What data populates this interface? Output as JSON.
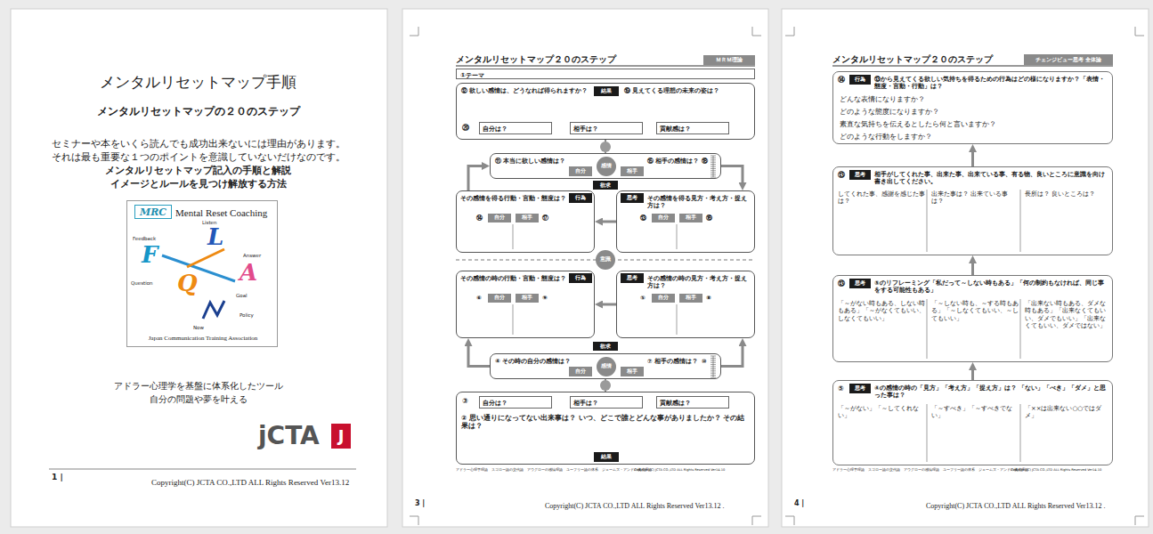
{
  "diagram": {
    "nodes": [
      {
        "text": [
          "メンタルリセットマップ手順",
          "メンタルリセットマップの２０のステップ",
          "セミナーや本をいくら読んでも成功出来ないには理由があります。",
          "それは最も重要な１つのポイントを意識していないだけなのです。",
          "メンタルリセットマップ記入の手順と解説",
          "イメージとルールを見つけ解放する方法",
          "アドラー心理学を基盤に体系化したツール",
          "自分の問題や夢を叶える",
          "jCTA",
          "1 |",
          "Copyright(C) JCTA CO.,LTD ALL Rights Reserved Ver13.12"
        ]
      },
      {
        "text": [
          "Mental Reset Coaching",
          "F",
          "L",
          "Q",
          "A",
          "Listen",
          "Feedback",
          "Answer",
          "Question",
          "Goal",
          "Policy",
          "Now",
          "Japan Communication Training Association"
        ],
        "in": 0
      },
      {
        "text": [
          "MRC"
        ],
        "in": 1
      },
      {
        "text": [
          "J"
        ],
        "in": 0
      },
      {
        "text": [
          "メンタルリセットマップ２０のステップ",
          "アドラー心理学理論　スゴロー論の交代論　アウグローの感情理論　ユーフリー論の体系　ジェームズ・アンドの構成理論",
          "Copyright(C) JCTA CO.,LTD ALL Rights Reserved Ver14.10",
          "3 |",
          "Copyright(C) JCTA CO.,LTD ALL Rights Reserved Ver13.12 ."
        ]
      },
      {
        "text": [
          "ＭＲＭ理論"
        ],
        "in": 4
      },
      {
        "text": [
          "①テーマ"
        ],
        "in": 4
      },
      {
        "text": [
          "⑫ 欲しい感情は、どうなれば得られますか？",
          "⑲ 見えてくる理想の未来の姿は？",
          "⑳"
        ],
        "in": 4
      },
      {
        "text": [
          "結果"
        ],
        "in": 7
      },
      {
        "text": [
          "自分は？"
        ],
        "in": 7
      },
      {
        "text": [
          "相手は？"
        ],
        "in": 7
      },
      {
        "text": [
          "貢献感は？"
        ],
        "in": 7
      },
      {
        "text": [
          "⑪ 本当に欲しい感情は？",
          "⑮ 相手の感情は？",
          "⑱"
        ],
        "in": 4
      },
      {
        "text": [
          "自分"
        ],
        "in": 12
      },
      {
        "text": [
          "感情"
        ],
        "in": 12
      },
      {
        "text": [
          "相手"
        ],
        "in": 12
      },
      {
        "text": [
          "欲求"
        ],
        "in": 4
      },
      {
        "text": [
          "その感情を得る行動・言動・態度は？",
          "⑭",
          "⑰"
        ],
        "in": 4
      },
      {
        "text": [
          "行為"
        ],
        "in": 17
      },
      {
        "text": [
          "自分"
        ],
        "in": 17
      },
      {
        "text": [
          "相手"
        ],
        "in": 17
      },
      {
        "text": [
          "その感情を得る見方・考え方・捉え方は？",
          "⑬",
          "⑯"
        ],
        "in": 4
      },
      {
        "text": [
          "思考"
        ],
        "in": 21
      },
      {
        "text": [
          "自分"
        ],
        "in": 21
      },
      {
        "text": [
          "相手"
        ],
        "in": 21
      },
      {
        "text": [
          "意識"
        ],
        "in": 4
      },
      {
        "text": [
          "その感情の時の行動・言動・態度は？",
          "⑥",
          "⑨"
        ],
        "in": 4
      },
      {
        "text": [
          "行為"
        ],
        "in": 26
      },
      {
        "text": [
          "自分"
        ],
        "in": 26
      },
      {
        "text": [
          "相手"
        ],
        "in": 26
      },
      {
        "text": [
          "その感情の時の見方・考え方・捉え方は？",
          "⑤",
          "⑧"
        ],
        "in": 4
      },
      {
        "text": [
          "思考"
        ],
        "in": 30
      },
      {
        "text": [
          "自分"
        ],
        "in": 30
      },
      {
        "text": [
          "相手"
        ],
        "in": 30
      },
      {
        "text": [
          "欲求"
        ],
        "in": 4
      },
      {
        "text": [
          "④ その時の自分の感情は？",
          "⑦ 相手の感情は？",
          "⑩"
        ],
        "in": 4
      },
      {
        "text": [
          "自分"
        ],
        "in": 35
      },
      {
        "text": [
          "感情"
        ],
        "in": 35
      },
      {
        "text": [
          "相手"
        ],
        "in": 35
      },
      {
        "text": [
          "③",
          "② 思い通りになってない出来事は？ いつ、どこで誰とどんな事がありましたか？ その結果は？"
        ],
        "in": 4
      },
      {
        "text": [
          "自分は？"
        ],
        "in": 39
      },
      {
        "text": [
          "相手は？"
        ],
        "in": 39
      },
      {
        "text": [
          "貢献感は？"
        ],
        "in": 39
      },
      {
        "text": [
          "結果"
        ],
        "in": 39
      },
      {
        "text": [
          "メンタルリセットマップ２０のステップ",
          "アドラー心理学理論　スゴロー論の交代論　アウグローの感情理論　ユーフリー論の体系　ジェームズ・アンドの構成理論",
          "Copyright(C) JCTA CO.,LTD ALL Rights Reserved Ver14.10",
          "4 |",
          "Copyright(C) JCTA CO.,LTD ALL Rights Reserved Ver13.12 ."
        ]
      },
      {
        "text": [
          "チェンジビュー思考 全体論"
        ],
        "in": 44
      },
      {
        "text": [
          "⑭",
          "⑬から見えてくる欲しい気持ちを得るための行為はどの様になりますか？「表情・態度・言動・行動」は？",
          "どんな表情になりますか？",
          "どのような態度になりますか？",
          "素直な気持ちを伝えるとしたら何と言いますか？",
          "どのような行動をしますか？"
        ],
        "in": 44
      },
      {
        "text": [
          "行為"
        ],
        "in": 46
      },
      {
        "text": [
          "⑬",
          "相手がしてくれた事、出来た事、出来ている事、有る物、良いところに意識を向け書き出してください。",
          "してくれた事、感謝を感じた事は？",
          "出来た事は？ 出来ている事は？",
          "長所は？ 良いところは？"
        ],
        "in": 44
      },
      {
        "text": [
          "思考"
        ],
        "in": 48
      },
      {
        "text": [
          "⑬",
          "⑤のリフレーミング「私だって～しない時もある」「何の制約もなければ、同じ事をする可能性もある」",
          "「～がない時もある、しない時もある」「～がなくてもいい、しなくてもいい」",
          "「～しない時も、～する時もある」「～しなくてもいい、～してもいい」",
          "「出来ない時もある、ダメな時もある」「出来なくてもいい、ダメでもいい」「出来なくてもいい、ダメではない」"
        ],
        "in": 44
      },
      {
        "text": [
          "思考"
        ],
        "in": 50
      },
      {
        "text": [
          "⑤",
          "④の感情の時の「見方」「考え方」「捉え方」は？ 「ない」「べき」「ダメ」と思った事は？",
          "「～がない」「～してくれない」",
          "「～すべき」「～すべきでない」",
          "「××は出来ない○○ではダメ」"
        ],
        "in": 44
      },
      {
        "text": [
          "思考"
        ],
        "in": 52
      }
    ],
    "edges": [
      {
        "from": 39,
        "to": 35,
        "arrow": "none"
      },
      {
        "from": 12,
        "to": 7,
        "arrow": "none"
      },
      {
        "from": 35,
        "to": 26,
        "arrow": "to"
      },
      {
        "from": 35,
        "to": 30,
        "arrow": "to"
      },
      {
        "from": 30,
        "to": 26,
        "arrow": "to"
      },
      {
        "from": 21,
        "to": 17,
        "arrow": "to"
      },
      {
        "from": 17,
        "to": 12,
        "arrow": "to"
      },
      {
        "from": 12,
        "to": 21,
        "arrow": "to"
      },
      {
        "from": 52,
        "to": 50,
        "arrow": "to"
      },
      {
        "from": 50,
        "to": 48,
        "arrow": "to"
      },
      {
        "from": 48,
        "to": 46,
        "arrow": "to"
      }
    ]
  }
}
